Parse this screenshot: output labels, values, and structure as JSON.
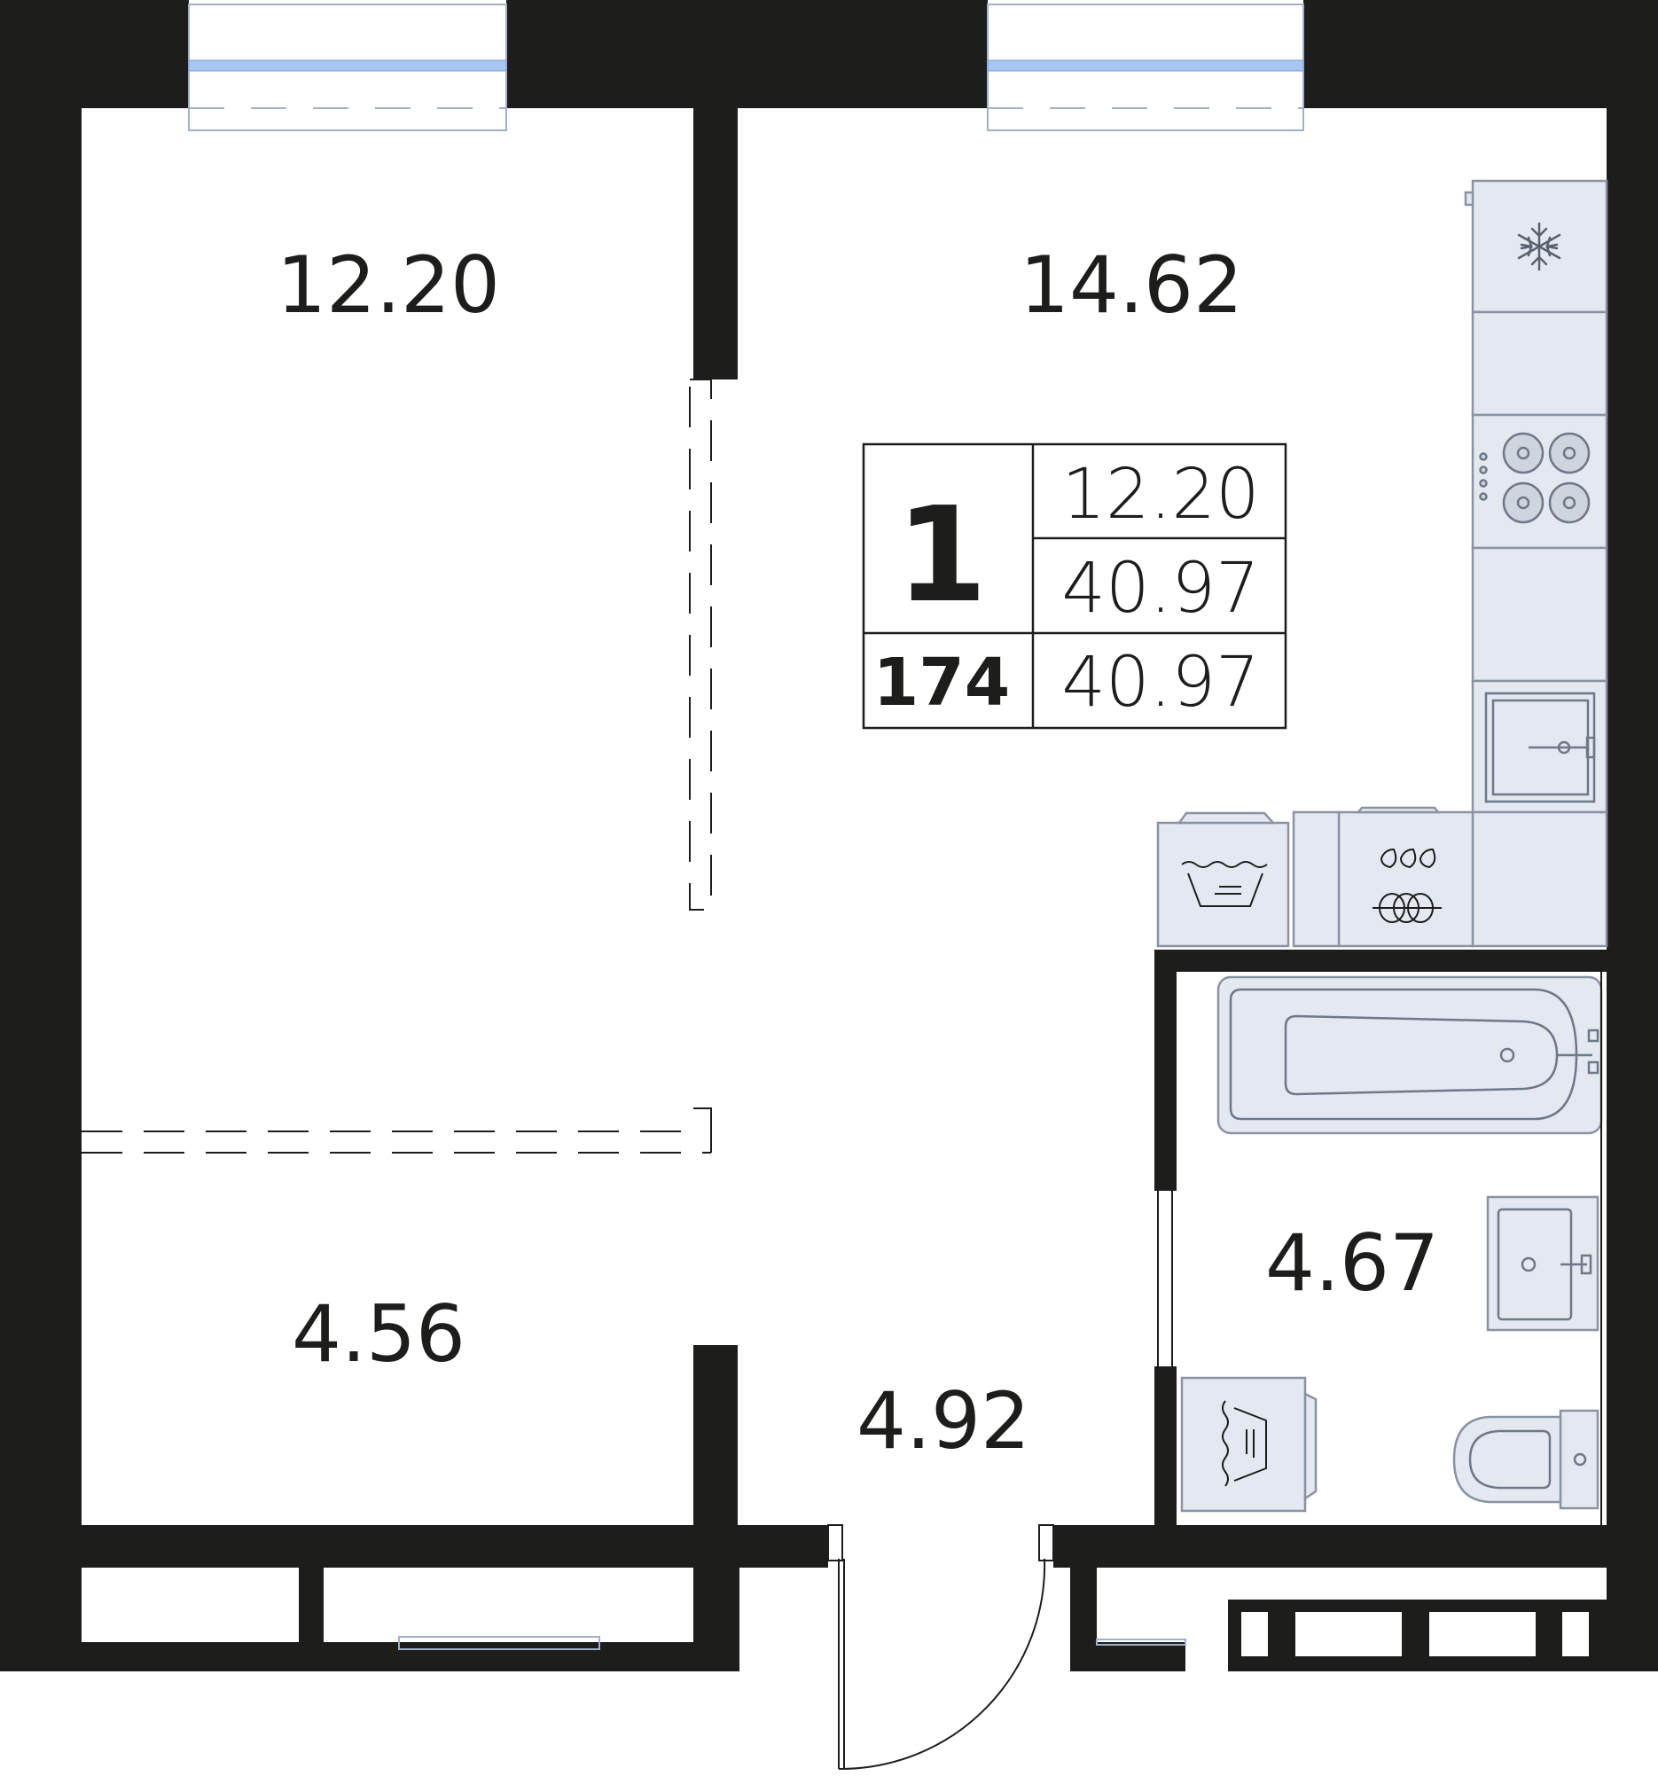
{
  "plan": {
    "rooms": [
      {
        "id": "room-bedroom",
        "area": "12.20"
      },
      {
        "id": "room-kitchen-living",
        "area": "14.62"
      },
      {
        "id": "room-storage",
        "area": "4.56"
      },
      {
        "id": "room-hallway",
        "area": "4.92"
      },
      {
        "id": "room-bathroom",
        "area": "4.67"
      }
    ],
    "info_box": {
      "rooms_count": "1",
      "apartment_number": "174",
      "values": [
        "12.20",
        "40.97",
        "40.97"
      ]
    },
    "colors": {
      "wall": "#1d1d1b",
      "fixture_fill": "#e4e8f0",
      "fixture_stroke": "#8a93a3",
      "glass": "#a7c6f2",
      "frame": "#9fb0c8"
    },
    "icons": [
      "snowflake-icon",
      "stove-hob-icon",
      "sink-icon",
      "washing-machine-icon",
      "dishwasher-icon",
      "bathtub-icon",
      "washbasin-icon",
      "toilet-icon"
    ]
  }
}
